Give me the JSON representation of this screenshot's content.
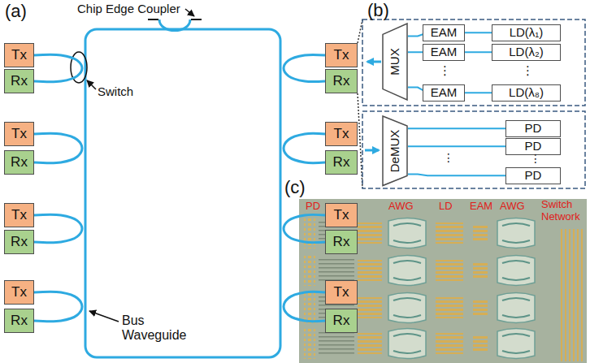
{
  "diagram": {
    "nodes": [
      {
        "text": [
          "Tx"
        ]
      },
      {
        "text": [
          "Rx"
        ]
      },
      {
        "text": [
          "Tx"
        ]
      },
      {
        "text": [
          "Rx"
        ]
      },
      {
        "text": [
          "Tx"
        ]
      },
      {
        "text": [
          "Rx"
        ]
      },
      {
        "text": [
          "Tx"
        ]
      },
      {
        "text": [
          "Rx"
        ]
      },
      {
        "text": [
          "Tx"
        ]
      },
      {
        "text": [
          "Rx"
        ]
      },
      {
        "text": [
          "Tx"
        ]
      },
      {
        "text": [
          "Rx"
        ]
      },
      {
        "text": [
          "Tx"
        ]
      },
      {
        "text": [
          "Rx"
        ]
      },
      {
        "text": [
          "Tx"
        ]
      },
      {
        "text": [
          "Rx"
        ]
      },
      {
        "text": [
          "MUX"
        ]
      },
      {
        "text": [
          "EAM"
        ]
      },
      {
        "text": [
          "EAM"
        ]
      },
      {
        "text": [
          "EAM"
        ]
      },
      {
        "text": [
          "LD(λ₁)"
        ]
      },
      {
        "text": [
          "LD(λ₂)"
        ]
      },
      {
        "text": [
          "LD(λ₈)"
        ]
      },
      {
        "text": [
          "DeMUX"
        ]
      },
      {
        "text": [
          "PD"
        ]
      },
      {
        "text": [
          "PD"
        ]
      },
      {
        "text": [
          "PD"
        ]
      }
    ],
    "edges": [
      {
        "from": 0,
        "to": 1,
        "arrow": "none"
      },
      {
        "from": 2,
        "to": 3,
        "arrow": "none"
      },
      {
        "from": 4,
        "to": 5,
        "arrow": "none"
      },
      {
        "from": 6,
        "to": 7,
        "arrow": "none"
      },
      {
        "from": 8,
        "to": 9,
        "arrow": "none"
      },
      {
        "from": 10,
        "to": 11,
        "arrow": "none"
      },
      {
        "from": 12,
        "to": 13,
        "arrow": "none"
      },
      {
        "from": 14,
        "to": 15,
        "arrow": "none"
      },
      {
        "from": 16,
        "to": 17,
        "arrow": "none"
      },
      {
        "from": 16,
        "to": 18,
        "arrow": "none"
      },
      {
        "from": 16,
        "to": 19,
        "arrow": "none"
      },
      {
        "from": 17,
        "to": 20,
        "arrow": "none"
      },
      {
        "from": 18,
        "to": 21,
        "arrow": "none"
      },
      {
        "from": 19,
        "to": 22,
        "arrow": "none"
      },
      {
        "from": 23,
        "to": 24,
        "arrow": "none"
      },
      {
        "from": 23,
        "to": 25,
        "arrow": "none"
      },
      {
        "from": 23,
        "to": 26,
        "arrow": "none"
      }
    ],
    "labels": [
      "(a)",
      "Chip Edge Coupler",
      "Switch",
      "Bus Waveguide",
      "(b)",
      "⋮",
      "⋮",
      "⋮",
      "⋮",
      "(c)",
      "PD",
      "AWG",
      "LD",
      "EAM",
      "AWG",
      "Switch Network"
    ]
  }
}
